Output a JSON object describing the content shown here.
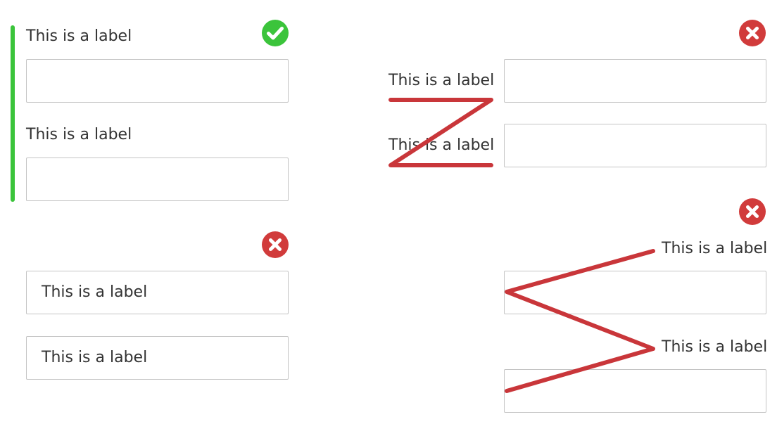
{
  "colors": {
    "valid": "#3bc43b",
    "error": "#d13b3b",
    "stroke": "#c9363a",
    "text": "#333333",
    "border": "#c4c4c4"
  },
  "examples": {
    "top_left": {
      "status_icon": "checkmark-circle-icon",
      "field1_label": "This is a label",
      "field2_label": "This is a label"
    },
    "bottom_left": {
      "status_icon": "x-circle-icon",
      "field1_placeholder": "This is a label",
      "field2_placeholder": "This is a label"
    },
    "top_right": {
      "status_icon": "x-circle-icon",
      "field1_label": "This is a label",
      "field2_label": "This is a label"
    },
    "bottom_right": {
      "status_icon": "x-circle-icon",
      "field1_label": "This is a label",
      "field2_label": "This is a label"
    }
  }
}
